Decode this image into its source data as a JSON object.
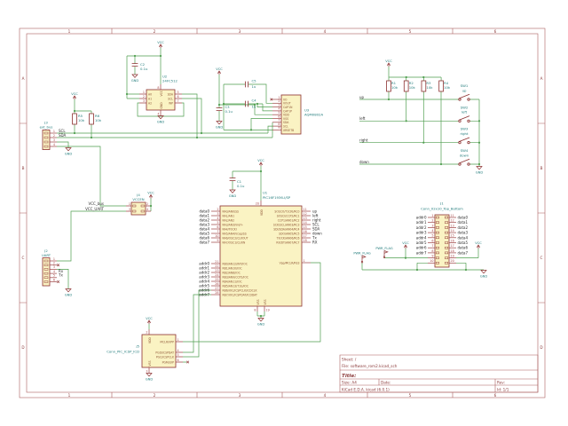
{
  "frame": {
    "cols": [
      "1",
      "2",
      "3",
      "4",
      "5",
      "6"
    ],
    "rows": [
      "A",
      "B",
      "C",
      "D"
    ]
  },
  "title_block": {
    "sheet": "Sheet: /",
    "file": "File: software_rom2.kicad_sch",
    "title": "Title:",
    "size": "Size: A4",
    "date": "Date:",
    "rev": "Rev:",
    "company": "KiCad E.D.A.  kicad (6.0.1)",
    "id": "Id: 1/1"
  },
  "power": {
    "vcc": "VCC",
    "gnd": "GND",
    "pwr_flag": "PWR_FLAG"
  },
  "nets": {
    "scl": "SCL",
    "sda": "SDA",
    "vcc_bus": "VCC_bus",
    "vcc_uart": "VCC_UART",
    "rx": "Rx",
    "tx": "Tx"
  },
  "u1": {
    "ref": "U1",
    "value": "PIC16F1936-I/SP",
    "ra": [
      {
        "label": "data0",
        "num": "2",
        "name": "RA0/AN0/SS"
      },
      {
        "label": "data1",
        "num": "3",
        "name": "RA1/AN1"
      },
      {
        "label": "data2",
        "num": "4",
        "name": "RA2/AN2"
      },
      {
        "label": "data3",
        "num": "5",
        "name": "RA3/AN3/Vref+"
      },
      {
        "label": "data4",
        "num": "6",
        "name": "RA4/T0CKI"
      },
      {
        "label": "data5",
        "num": "7",
        "name": "RA5/AN4/Vcap/SS"
      },
      {
        "label": "data6",
        "num": "10",
        "name": "RA6/OSC2/CLKOUT"
      },
      {
        "label": "data7",
        "num": "9",
        "name": "RA7/OSC1/CLKIN"
      }
    ],
    "rb": [
      {
        "label": "addr0",
        "num": "21",
        "name": "RB0/AN12/INT/IOC"
      },
      {
        "label": "addr1",
        "num": "22",
        "name": "RB1/AN10/IOC"
      },
      {
        "label": "addr2",
        "num": "23",
        "name": "RB2/AN8/IOC"
      },
      {
        "label": "addr3",
        "num": "24",
        "name": "RB3/AN9/CCP2/IOC"
      },
      {
        "label": "addr4",
        "num": "25",
        "name": "RB4/AN11/IOC"
      },
      {
        "label": "addr5",
        "num": "26",
        "name": "RB5/AN13/T1G/IOC"
      },
      {
        "label": "addr6",
        "num": "27",
        "name": "RB6/IOC/ICSPCLK/ICDCLK"
      },
      {
        "label": "addr7",
        "num": "28",
        "name": "RB7/IOC/ICSPDAT/ICDDAT"
      }
    ],
    "rc": [
      {
        "label": "up",
        "num": "11",
        "name": "SOSCO/T1CKI/RC0"
      },
      {
        "label": "left",
        "num": "12",
        "name": "SOSCI/CCP2/RC1"
      },
      {
        "label": "right",
        "num": "13",
        "name": "CCP1/AN01/RC2"
      },
      {
        "label": "SCL",
        "num": "14",
        "name": "SCK/SCL/AN03/RC3"
      },
      {
        "label": "SDA",
        "num": "15",
        "name": "SDI/SDA/AN04/RC4"
      },
      {
        "label": "down",
        "num": "16",
        "name": "SDO/AN05/RC5"
      },
      {
        "label": "Tx",
        "num": "17",
        "name": "TX/CK/AN06/RC6"
      },
      {
        "label": "RX",
        "num": "18",
        "name": "RX/DT/AN07/RC7"
      }
    ],
    "re3": {
      "num": "1",
      "name": "Vpp/MCLR/RE3"
    },
    "vdd": {
      "num": "20",
      "name": "VDD"
    },
    "vss1": {
      "num": "8",
      "name": "VSS"
    },
    "vss2": {
      "num": "19",
      "name": "VSS"
    }
  },
  "u2": {
    "ref": "U2",
    "value": "24FC512",
    "left": [
      {
        "num": "1",
        "name": "A0"
      },
      {
        "num": "2",
        "name": "A1"
      },
      {
        "num": "3",
        "name": "A2"
      }
    ],
    "right": [
      {
        "num": "5",
        "name": "SDA"
      },
      {
        "num": "6",
        "name": "SCL"
      },
      {
        "num": "7",
        "name": "WP"
      }
    ],
    "top": {
      "num": "8",
      "name": "VCC"
    },
    "bottom": {
      "num": "4",
      "name": "GND"
    }
  },
  "u3": {
    "ref": "U3",
    "value": "AQM0802A",
    "pins": [
      {
        "num": "1",
        "name": "VO"
      },
      {
        "num": "2",
        "name": "VOUT"
      },
      {
        "num": "3",
        "name": "CAP1N"
      },
      {
        "num": "4",
        "name": "CAP1P"
      },
      {
        "num": "5",
        "name": "VDD"
      },
      {
        "num": "6",
        "name": "VSS"
      },
      {
        "num": "7",
        "name": "SDA"
      },
      {
        "num": "8",
        "name": "SCL"
      },
      {
        "num": "9",
        "name": "XRSETB"
      }
    ]
  },
  "j1": {
    "ref": "J1",
    "value": "Conn_02x10_Top_Bottom",
    "left": [
      {
        "num": "1",
        "label": "addr0"
      },
      {
        "num": "2",
        "label": "addr1"
      },
      {
        "num": "3",
        "label": "addr2"
      },
      {
        "num": "4",
        "label": "addr3"
      },
      {
        "num": "5",
        "label": "addr4"
      },
      {
        "num": "6",
        "label": "addr5"
      },
      {
        "num": "7",
        "label": "addr6"
      },
      {
        "num": "8",
        "label": "addr7"
      },
      {
        "num": "9",
        "label": ""
      },
      {
        "num": "10",
        "label": ""
      }
    ],
    "right": [
      {
        "num": "11",
        "label": "data0"
      },
      {
        "num": "12",
        "label": "data1"
      },
      {
        "num": "13",
        "label": "data2"
      },
      {
        "num": "14",
        "label": "data3"
      },
      {
        "num": "15",
        "label": "data4"
      },
      {
        "num": "16",
        "label": "data5"
      },
      {
        "num": "17",
        "label": "data6"
      },
      {
        "num": "18",
        "label": "data7"
      },
      {
        "num": "19",
        "label": ""
      },
      {
        "num": "20",
        "label": ""
      }
    ]
  },
  "j2": {
    "ref": "J2",
    "value": "UART",
    "pins": [
      {
        "num": "1",
        "label": ""
      },
      {
        "num": "2",
        "label": ""
      },
      {
        "num": "3",
        "label": ""
      },
      {
        "num": "4",
        "label": "Rx"
      },
      {
        "num": "5",
        "label": "Tx"
      },
      {
        "num": "6",
        "label": ""
      }
    ]
  },
  "j3": {
    "ref": "J3",
    "value": "ext_bus",
    "pins": [
      {
        "num": "1",
        "label": "SCL"
      },
      {
        "num": "2",
        "label": "SDA"
      },
      {
        "num": "3",
        "label": ""
      },
      {
        "num": "4",
        "label": ""
      }
    ]
  },
  "j4": {
    "ref": "J4",
    "value": "VCCEN",
    "left": [
      {
        "num": "1",
        "label": "VCC_bus"
      },
      {
        "num": "3",
        "label": "VCC_UART"
      }
    ],
    "right": [
      {
        "num": "2"
      },
      {
        "num": "4"
      }
    ]
  },
  "j5": {
    "ref": "J5",
    "value": "Conn_PIC_ICSP_ICD",
    "right": [
      {
        "num": "1",
        "name": "MCLR/VPP"
      },
      {
        "num": "4",
        "name": "PGD/ICSPDAT"
      },
      {
        "num": "5",
        "name": "PGC/ICSPCLK"
      },
      {
        "num": "6",
        "name": "PGM/LVP"
      }
    ],
    "top": {
      "num": "2",
      "name": "VDD"
    },
    "bottom": {
      "num": "3",
      "name": "VSS"
    }
  },
  "r14": [
    {
      "ref": "R1",
      "value": "10k"
    },
    {
      "ref": "R2",
      "value": "10k"
    },
    {
      "ref": "R3",
      "value": "10k"
    },
    {
      "ref": "R4",
      "value": "10k"
    }
  ],
  "r56": [
    {
      "ref": "R5",
      "value": "10k"
    },
    {
      "ref": "R6",
      "value": "10k"
    }
  ],
  "switches": [
    {
      "ref": "SW1",
      "value": "up",
      "label": "up"
    },
    {
      "ref": "SW2",
      "value": "left",
      "label": "left"
    },
    {
      "ref": "SW3",
      "value": "right",
      "label": "right"
    },
    {
      "ref": "SW4",
      "value": "down",
      "label": "down"
    }
  ],
  "caps": {
    "c1": {
      "ref": "C1",
      "value": "0.1u"
    },
    "c2": {
      "ref": "C2",
      "value": "0.1u"
    },
    "c3": {
      "ref": "C3",
      "value": "0.1u"
    },
    "c4": {
      "ref": "C4",
      "value": "1u"
    },
    "c5": {
      "ref": "C5",
      "value": "1u"
    }
  }
}
